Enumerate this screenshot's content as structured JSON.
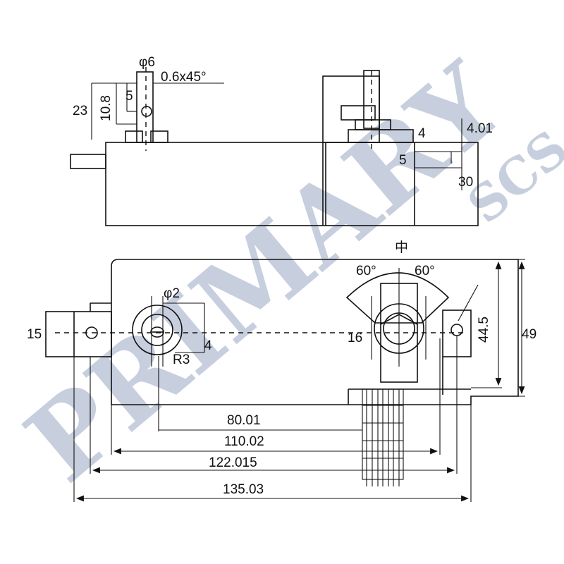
{
  "labels": {
    "phi6": "φ6",
    "chamfer": "0.6x45°",
    "d23": "23",
    "d10_8": "10.8",
    "d5_left": "5",
    "d4_top": "4",
    "d4_01": "4.01",
    "d5_right": "5",
    "d30": "30",
    "center_mark": "中",
    "angle_left": "60°",
    "angle_right": "60°",
    "phi2": "φ2",
    "d15": "15",
    "d4_hole": "4",
    "r3": "R3",
    "d16": "16",
    "d44_5": "44.5",
    "d49": "49",
    "d80_01": "80.01",
    "d110_02": "110.02",
    "d122_015": "122.015",
    "d135_03": "135.03"
  },
  "watermark": {
    "main": "PRIMARY",
    "sub": "SCS",
    "color": "#b5c0d4"
  }
}
